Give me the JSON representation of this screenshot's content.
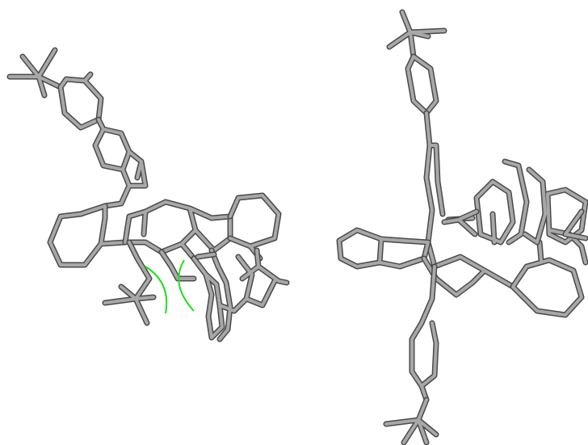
{
  "figure": {
    "description_free": true,
    "panels": [
      {
        "id": "left",
        "style": "stick-model"
      },
      {
        "id": "right",
        "style": "stick-model"
      }
    ]
  },
  "colors": {
    "background": "#ffffff",
    "bond_fill": "#a8a8a8",
    "bond_edge": "#4a4a4a",
    "steric_arc": "#22dd22"
  }
}
